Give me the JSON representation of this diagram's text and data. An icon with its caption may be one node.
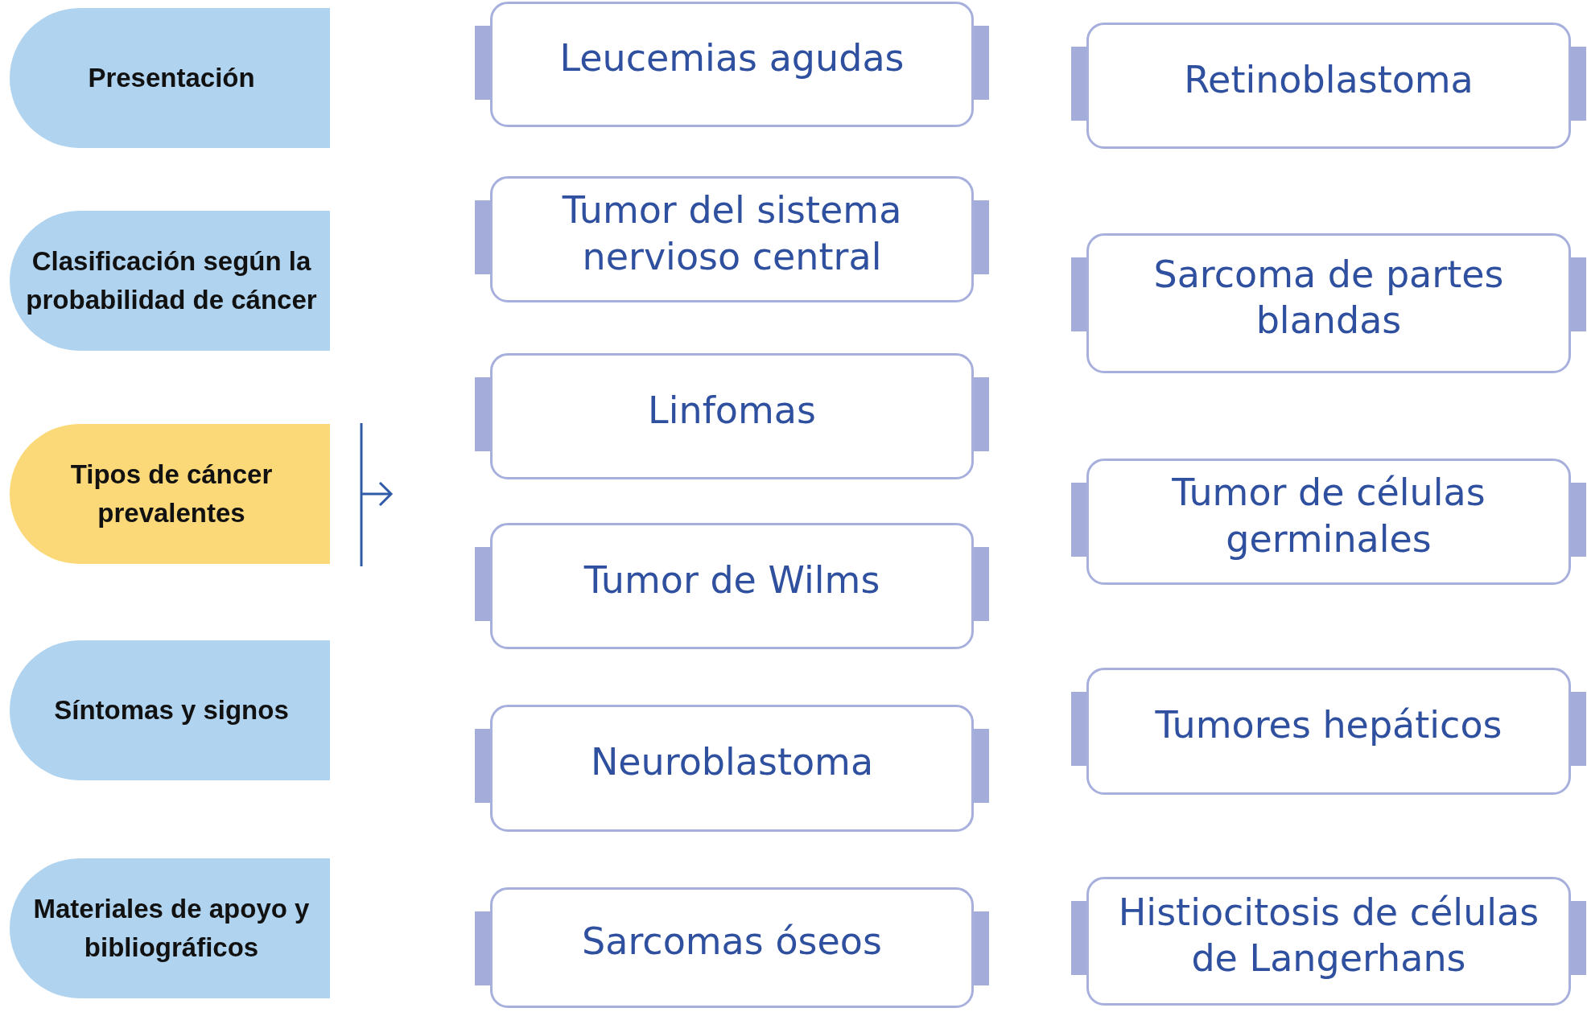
{
  "diagram": {
    "nodes": [
      {
        "text": [
          "Presentación"
        ]
      },
      {
        "text": [
          "Clasificación según la probabilidad de cáncer"
        ]
      },
      {
        "text": [
          "Tipos de cáncer prevalentes"
        ]
      },
      {
        "text": [
          "Síntomas y signos"
        ]
      },
      {
        "text": [
          "Materiales de apoyo y bibliográficos"
        ]
      },
      {
        "text": [
          "Leucemias agudas"
        ]
      },
      {
        "text": [
          "Tumor del sistema nervioso central"
        ]
      },
      {
        "text": [
          "Linfomas"
        ]
      },
      {
        "text": [
          "Tumor de Wilms"
        ]
      },
      {
        "text": [
          "Neuroblastoma"
        ]
      },
      {
        "text": [
          "Sarcomas óseos"
        ]
      },
      {
        "text": [
          "Retinoblastoma"
        ]
      },
      {
        "text": [
          "Sarcoma de partes blandas"
        ]
      },
      {
        "text": [
          "Tumor de células germinales"
        ]
      },
      {
        "text": [
          "Tumores hepáticos"
        ]
      },
      {
        "text": [
          "Histiocitosis de células de Langerhans"
        ]
      }
    ]
  }
}
